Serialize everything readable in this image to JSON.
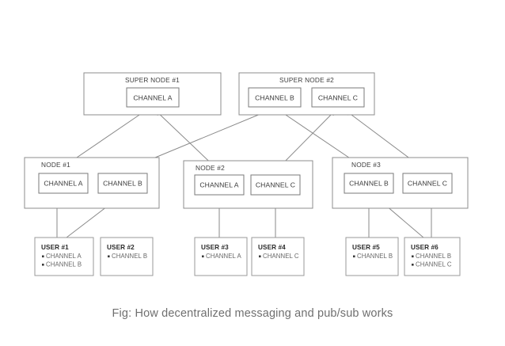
{
  "figure": {
    "caption": "Fig: How decentralized messaging and pub/sub works",
    "background_color": "#ffffff",
    "line_color": "#8a8a8a",
    "box_border_color": "#8c8c8c",
    "text_color": "#3d3d3d",
    "caption_color": "#6f6f6f"
  },
  "chart_data": {
    "type": "diagram",
    "title": "Fig: How decentralized messaging and pub/sub works",
    "layers": [
      "super-nodes",
      "nodes",
      "users"
    ],
    "super_nodes": [
      {
        "id": "sn1",
        "label": "SUPER NODE #1",
        "channels": [
          "CHANNEL A"
        ]
      },
      {
        "id": "sn2",
        "label": "SUPER NODE #2",
        "channels": [
          "CHANNEL B",
          "CHANNEL C"
        ]
      }
    ],
    "nodes": [
      {
        "id": "n1",
        "label": "NODE #1",
        "channels": [
          "CHANNEL A",
          "CHANNEL B"
        ]
      },
      {
        "id": "n2",
        "label": "NODE #2",
        "channels": [
          "CHANNEL A",
          "CHANNEL C"
        ]
      },
      {
        "id": "n3",
        "label": "NODE #3",
        "channels": [
          "CHANNEL B",
          "CHANNEL C"
        ]
      }
    ],
    "users": [
      {
        "id": "u1",
        "label": "USER #1",
        "channels": [
          "CHANNEL A",
          "CHANNEL B"
        ]
      },
      {
        "id": "u2",
        "label": "USER #2",
        "channels": [
          "CHANNEL B"
        ]
      },
      {
        "id": "u3",
        "label": "USER #3",
        "channels": [
          "CHANNEL A"
        ]
      },
      {
        "id": "u4",
        "label": "USER #4",
        "channels": [
          "CHANNEL C"
        ]
      },
      {
        "id": "u5",
        "label": "USER #5",
        "channels": [
          "CHANNEL B"
        ]
      },
      {
        "id": "u6",
        "label": "USER #6",
        "channels": [
          "CHANNEL B",
          "CHANNEL C"
        ]
      }
    ],
    "edges": [
      {
        "from": "n1.CHANNEL A",
        "to": "sn1.CHANNEL A",
        "style": "arrow-up"
      },
      {
        "from": "n2.CHANNEL A",
        "to": "sn1.CHANNEL A",
        "style": "arrow-up"
      },
      {
        "from": "sn1.CHANNEL A",
        "to": "n1.CHANNEL A",
        "style": "arrow-down"
      },
      {
        "from": "sn1.CHANNEL A",
        "to": "n2.CHANNEL A",
        "style": "arrow-down"
      },
      {
        "from": "n1.CHANNEL B",
        "to": "sn2.CHANNEL B",
        "style": "arrow-up"
      },
      {
        "from": "n3.CHANNEL B",
        "to": "sn2.CHANNEL B",
        "style": "arrow-up"
      },
      {
        "from": "sn2.CHANNEL B",
        "to": "n1.CHANNEL B",
        "style": "arrow-down"
      },
      {
        "from": "sn2.CHANNEL B",
        "to": "n3.CHANNEL B",
        "style": "arrow-down"
      },
      {
        "from": "n2.CHANNEL C",
        "to": "sn2.CHANNEL C",
        "style": "arrow-up"
      },
      {
        "from": "n3.CHANNEL C",
        "to": "sn2.CHANNEL C",
        "style": "arrow-up"
      },
      {
        "from": "sn2.CHANNEL C",
        "to": "n2.CHANNEL C",
        "style": "arrow-down"
      },
      {
        "from": "sn2.CHANNEL C",
        "to": "n3.CHANNEL C",
        "style": "arrow-down"
      },
      {
        "from": "u1",
        "to": "n1.CHANNEL A",
        "style": "bidirectional"
      },
      {
        "from": "u1",
        "to": "n1.CHANNEL B",
        "style": "bidirectional"
      },
      {
        "from": "u3",
        "to": "n2.CHANNEL A",
        "style": "bidirectional"
      },
      {
        "from": "u4",
        "to": "n2.CHANNEL C",
        "style": "bidirectional"
      },
      {
        "from": "u5",
        "to": "n3.CHANNEL B",
        "style": "bidirectional"
      },
      {
        "from": "u6",
        "to": "n3.CHANNEL B",
        "style": "bidirectional"
      },
      {
        "from": "u6",
        "to": "n3.CHANNEL C",
        "style": "bidirectional"
      }
    ]
  }
}
